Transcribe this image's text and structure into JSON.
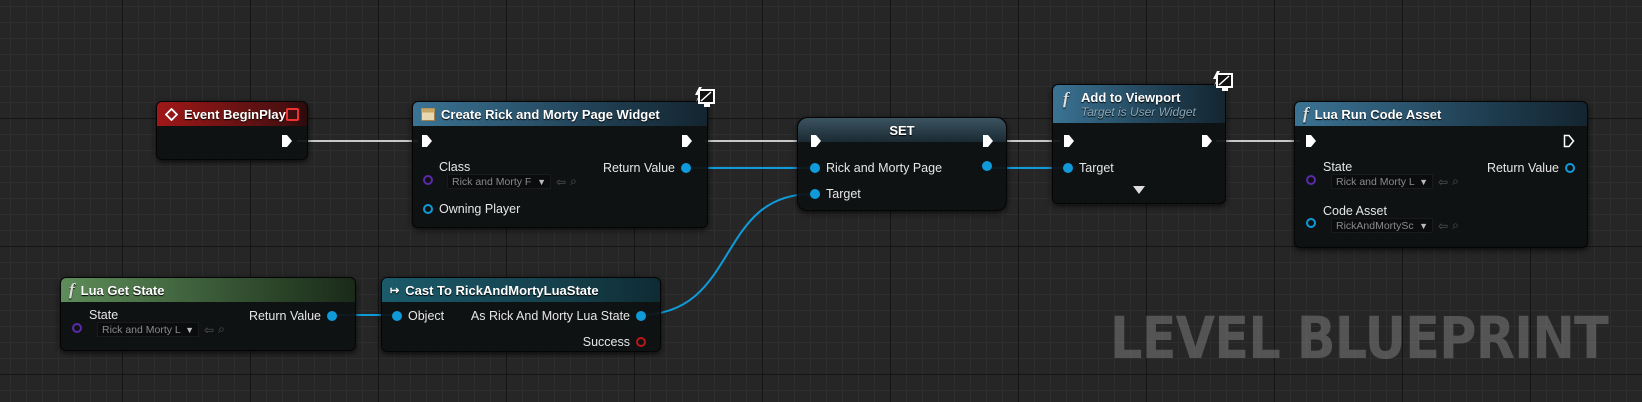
{
  "watermark": "LEVEL BLUEPRINT",
  "colors": {
    "exec_wire": "#c8c8c8",
    "object_wire": "#0f9bd9",
    "event_header": "#a01818",
    "function_header": "#3b7394",
    "pure_header": "#5e8d5a"
  },
  "nodes": {
    "event_beginplay": {
      "title": "Event BeginPlay"
    },
    "create_widget": {
      "title": "Create Rick and Morty Page Widget",
      "class_label": "Class",
      "class_value": "Rick and Morty F",
      "owning_player_label": "Owning Player",
      "return_value_label": "Return Value"
    },
    "set_node": {
      "title": "SET",
      "var_label": "Rick and Morty Page",
      "target_label": "Target"
    },
    "add_to_viewport": {
      "title": "Add to Viewport",
      "subtitle": "Target is User Widget",
      "target_label": "Target"
    },
    "lua_run_code_asset": {
      "title": "Lua Run Code Asset",
      "state_label": "State",
      "state_value": "Rick and Morty L",
      "code_asset_label": "Code Asset",
      "code_asset_value": "RickAndMortySc",
      "return_value_label": "Return Value"
    },
    "lua_get_state": {
      "title": "Lua Get State",
      "state_label": "State",
      "state_value": "Rick and Morty L",
      "return_value_label": "Return Value"
    },
    "cast": {
      "title": "Cast To RickAndMortyLuaState",
      "object_label": "Object",
      "as_label": "As Rick And Morty Lua State",
      "success_label": "Success"
    }
  },
  "icons": [
    "event-diamond-icon",
    "widget-class-icon",
    "function-f-icon",
    "cast-arrows-icon",
    "network-monitor-icon",
    "dropdown-caret-icon",
    "arrow-left-icon",
    "search-icon",
    "advanced-expand-arrow-icon"
  ]
}
